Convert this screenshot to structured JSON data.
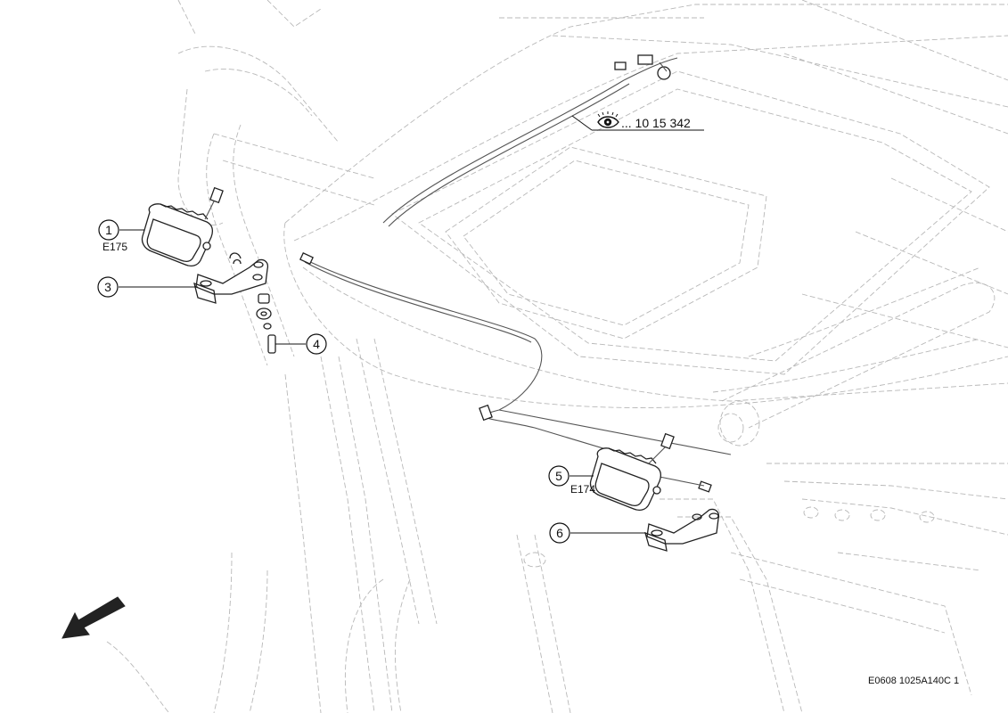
{
  "callouts": [
    {
      "number": "1",
      "sub_label": "E175"
    },
    {
      "number": "3",
      "sub_label": ""
    },
    {
      "number": "4",
      "sub_label": ""
    },
    {
      "number": "5",
      "sub_label": "E174"
    },
    {
      "number": "6",
      "sub_label": ""
    }
  ],
  "reference": {
    "icon": "eye-icon",
    "text": "... 10 15 342"
  },
  "direction_arrow": {
    "icon": "arrow-down-left-icon"
  },
  "footer": {
    "code": "E0608 1025A140C 1"
  }
}
